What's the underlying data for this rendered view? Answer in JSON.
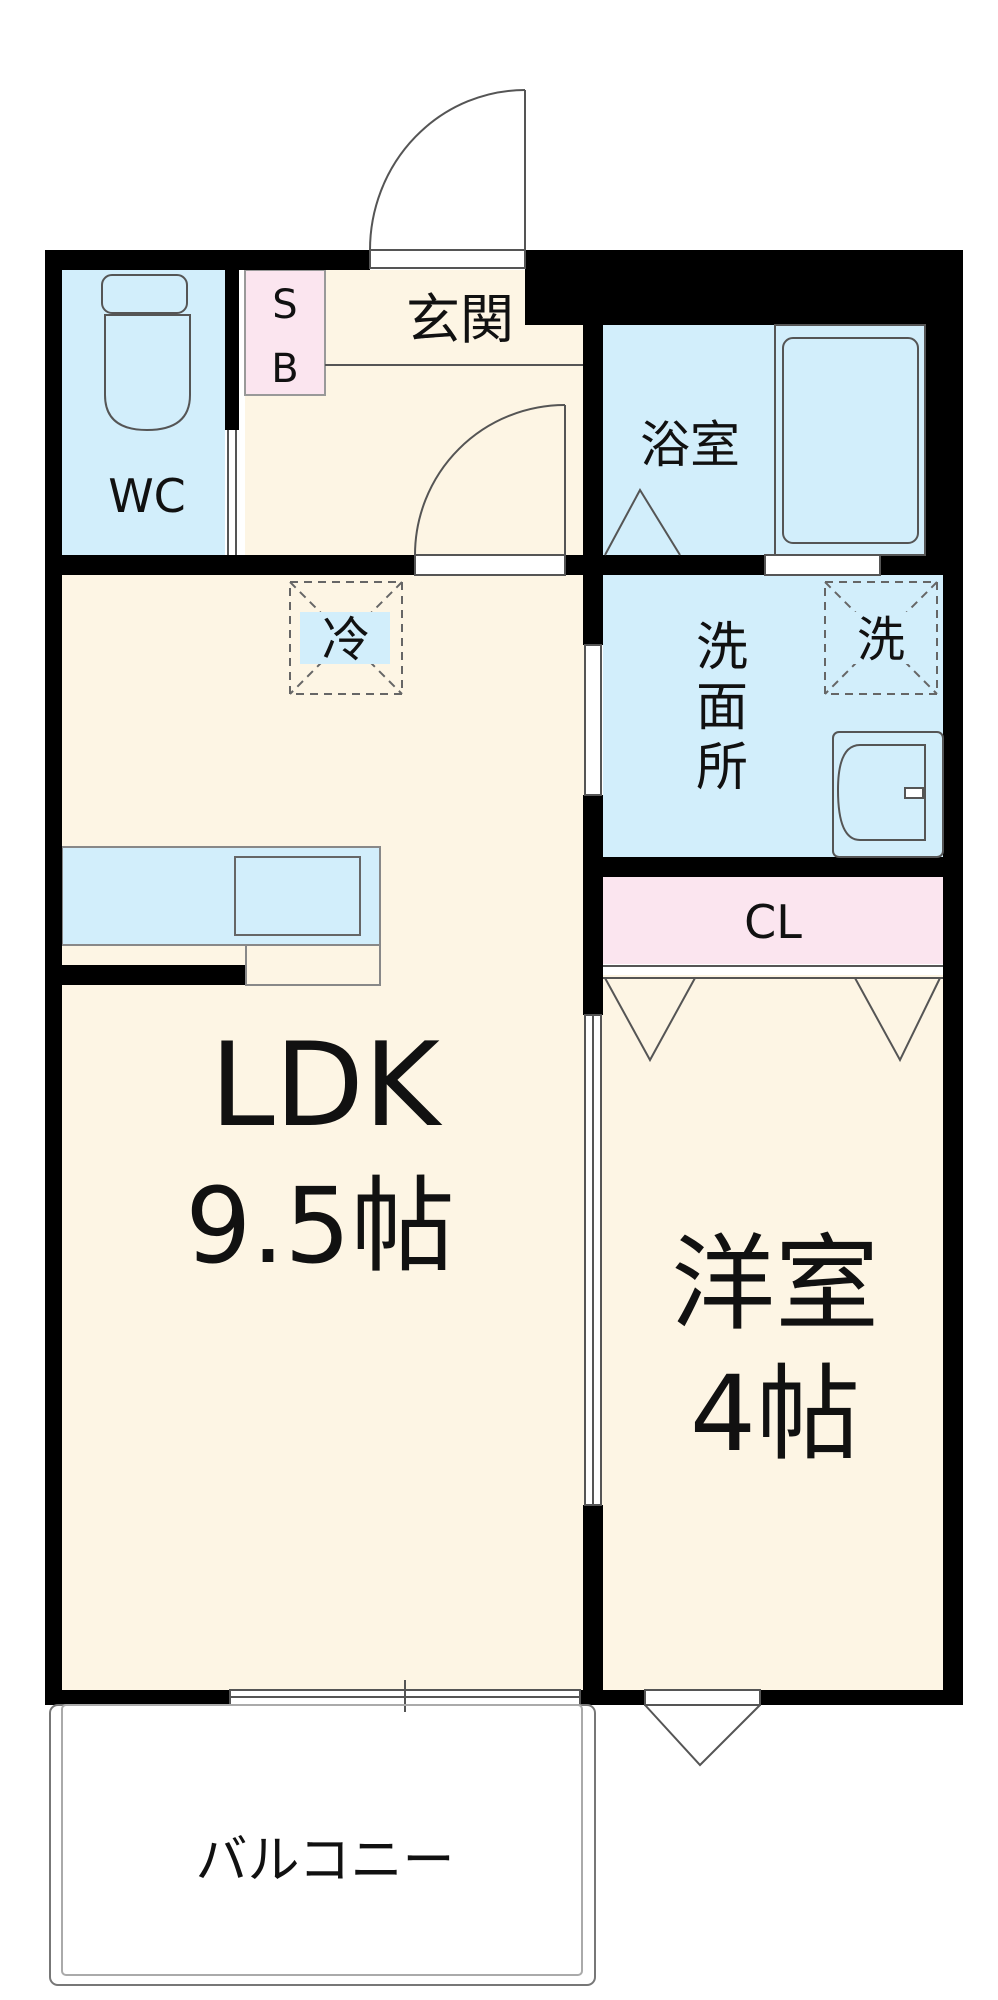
{
  "rooms": {
    "entrance": "玄関",
    "shoebox_s": "S",
    "shoebox_b": "B",
    "wc": "WC",
    "bath": "浴室",
    "washroom_1": "洗",
    "washroom_2": "面",
    "washroom_3": "所",
    "washer": "洗",
    "fridge": "冷",
    "closet": "CL",
    "ldk_name": "LDK",
    "ldk_size": "9.5帖",
    "western_name": "洋室",
    "western_size": "4帖",
    "balcony": "バルコニー"
  },
  "colors": {
    "wall": "#000000",
    "room_floor": "#fdf5e4",
    "wet_area": "#d2eefb",
    "storage": "#fbe5ef",
    "outside": "#ffffff"
  }
}
